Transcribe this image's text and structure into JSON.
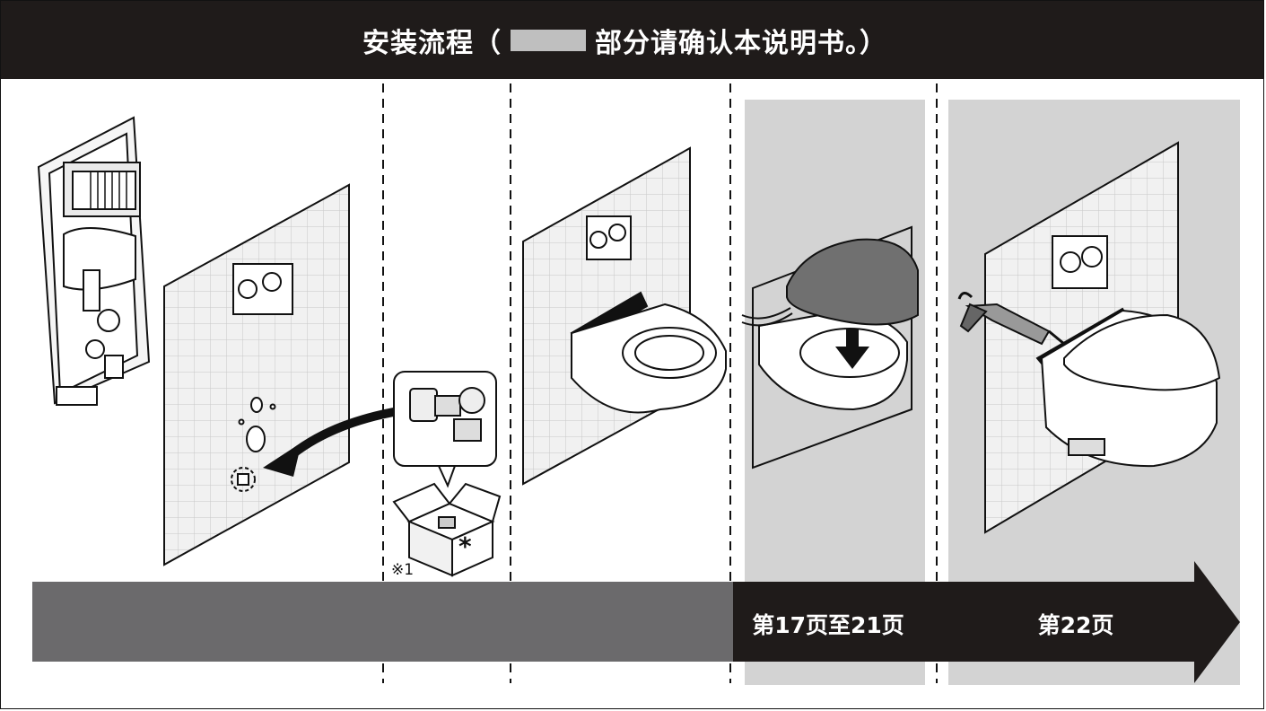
{
  "header": {
    "title_part1": "安装流程（",
    "legend_swatch_color": "#bfbfbf",
    "title_part2": "部分请确认本说明书。）"
  },
  "process_arrow": {
    "pending_color": "#6b6a6c",
    "current_color": "#1f1b1a",
    "step_17_21_label": "第17页至21页",
    "step_22_label": "第22页"
  },
  "illustrations": [
    {
      "name": "mounting-frame-illustration"
    },
    {
      "name": "wall-panel-install-illustration"
    },
    {
      "name": "connector-part-box-illustration",
      "note": "※1"
    },
    {
      "name": "toilet-bowl-install-illustration"
    },
    {
      "name": "seat-install-illustration",
      "icon": "down-arrow-icon"
    },
    {
      "name": "sealant-apply-illustration",
      "icon": "caulk-gun-icon"
    }
  ]
}
